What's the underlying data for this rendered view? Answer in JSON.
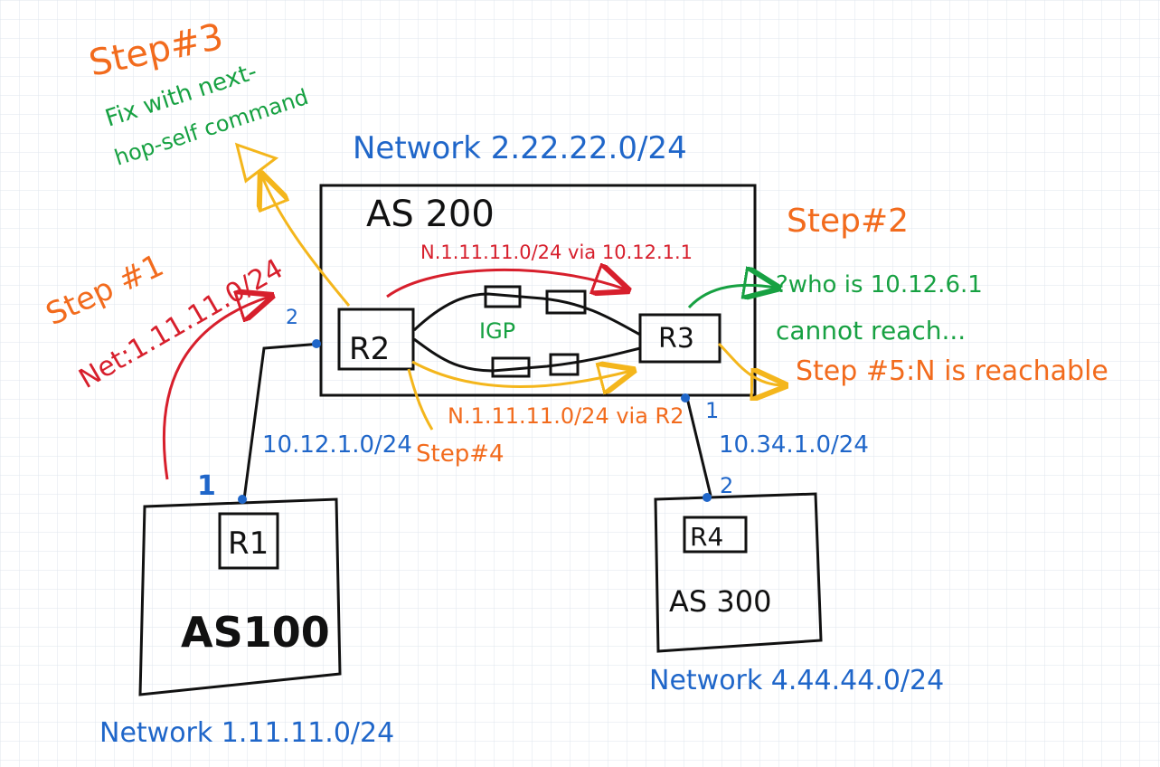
{
  "colors": {
    "black": "#111111",
    "blue": "#1f66c9",
    "green": "#17a142",
    "orange": "#f26b1d",
    "red": "#d71f2c",
    "yellow": "#f4b61c",
    "grid": "#dfe6ee"
  },
  "steps": {
    "step3_title": "Step#3",
    "step3_line1": "Fix with next-",
    "step3_line2": "hop-self command",
    "step2_title": "Step#2",
    "step2_line1": "?who is 10.12.6.1",
    "step2_line2": "cannot reach...",
    "step1_title": "Step #1",
    "step1_line2": "Net:1.11.11.0/24",
    "step4": "Step#4",
    "step5": "Step #5:N is reachable"
  },
  "networks": {
    "as200_net": "Network 2.22.22.0/24",
    "as100_net": "Network 1.11.11.0/24",
    "as300_net": "Network 4.44.44.0/24",
    "link_r1_r2": "10.12.1.0/24",
    "link_r3_r4": "10.34.1.0/24"
  },
  "routes": {
    "red_route": "N.1.11.11.0/24 via 10.12.1.1",
    "orange_route": "N.1.11.11.0/24 via R2",
    "igp": "IGP"
  },
  "as_labels": {
    "as200": "AS 200",
    "as100": "AS100",
    "as300": "AS 300"
  },
  "routers": {
    "r1": "R1",
    "r2": "R2",
    "r3": "R3",
    "r4": "R4"
  },
  "interfaces": {
    "r2_if": "2",
    "r1_if": "1",
    "r3_if": "1",
    "r4_if": "2"
  }
}
